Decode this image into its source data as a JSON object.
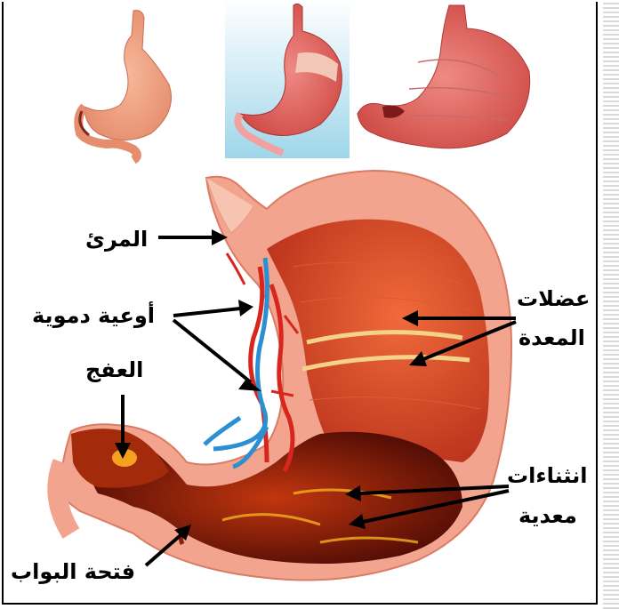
{
  "labels": {
    "esophagus": "المرئ",
    "blood_vessels": "أوعية دموية",
    "chyme": "العفج",
    "stomach_muscles_line1": "عضلات",
    "stomach_muscles_line2": "المعدة",
    "gastric_folds_line1": "انثناءات",
    "gastric_folds_line2": "معدية",
    "pyloric_opening": "فتحة البواب"
  },
  "colors": {
    "stomach_outer": "#f0a08a",
    "stomach_muscle": "#d9452a",
    "stomach_inner": "#7a1408",
    "artery": "#d8261f",
    "vein": "#2b8fd1",
    "arrow": "#000000",
    "bg_panel": "#bfe3f0"
  }
}
